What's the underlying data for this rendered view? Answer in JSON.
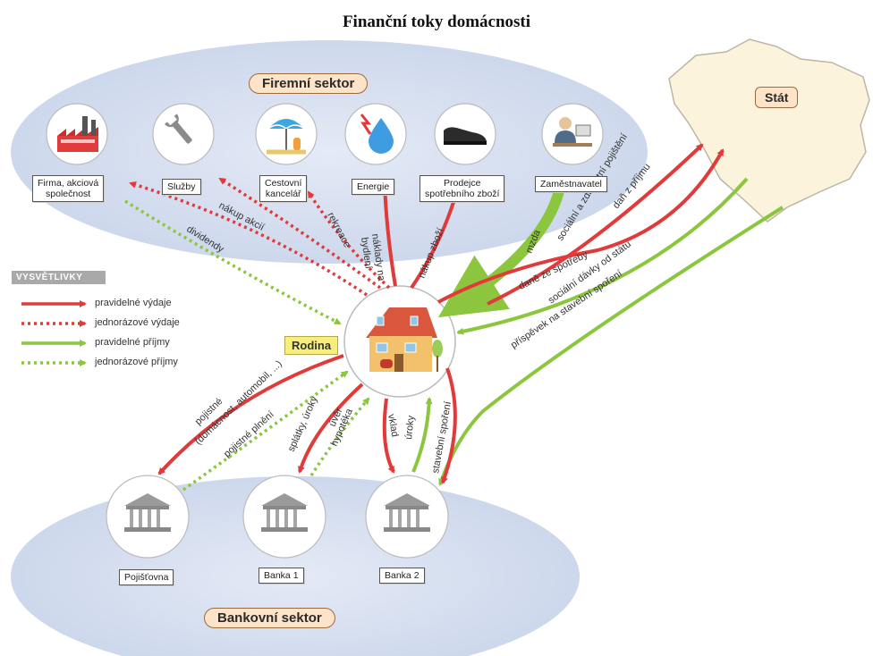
{
  "title": "Finanční toky domácnosti",
  "sectors": {
    "firemni": "Firemní sektor",
    "bankovni": "Bankovní sektor",
    "stat": "Stát"
  },
  "center": {
    "label": "Rodina"
  },
  "companies": [
    {
      "id": "firma",
      "lines": [
        "Firma, akciová",
        "společnost"
      ],
      "icon": "factory-icon"
    },
    {
      "id": "sluzby",
      "lines": [
        "Služby"
      ],
      "icon": "wrench-icon"
    },
    {
      "id": "cestovni",
      "lines": [
        "Cestovní",
        "kancelář"
      ],
      "icon": "beach-umbrella-icon"
    },
    {
      "id": "energie",
      "lines": [
        "Energie"
      ],
      "icon": "water-drop-lightning-icon"
    },
    {
      "id": "prodejce",
      "lines": [
        "Prodejce",
        "spotřebního zboží"
      ],
      "icon": "shoe-icon"
    },
    {
      "id": "zamestnavatel",
      "lines": [
        "Zaměstnavatel"
      ],
      "icon": "office-worker-icon"
    }
  ],
  "banks": [
    {
      "id": "pojistovna",
      "label": "Pojišťovna",
      "icon": "bank-building-icon"
    },
    {
      "id": "banka1",
      "label": "Banka 1",
      "icon": "bank-building-icon"
    },
    {
      "id": "banka2",
      "label": "Banka 2",
      "icon": "bank-building-icon"
    }
  ],
  "legend": {
    "heading": "VYSVĚTLIVKY",
    "items": [
      {
        "label": "pravidelné výdaje",
        "color": "#e03a3a",
        "dashed": false
      },
      {
        "label": "jednorázové výdaje",
        "color": "#e03a3a",
        "dashed": true
      },
      {
        "label": "pravidelné příjmy",
        "color": "#8cc63f",
        "dashed": false
      },
      {
        "label": "jednorázové příjmy",
        "color": "#8cc63f",
        "dashed": true
      }
    ]
  },
  "flows": {
    "nakup_akcii": "nákup akcií",
    "dividendy": "dividendy",
    "rekreace": "rekreace",
    "naklady_1": "náklady na",
    "naklady_2": "bydlení",
    "nakup_zbozi": "nákup zboží",
    "mzda": "mzda",
    "soc_zdrav_1": "sociální a zdravotní pojištění",
    "soc_zdrav_2": "daň z příjmu",
    "dane_spotreby": "daně ze spotřeby",
    "socialni_davky": "sociální dávky od státu",
    "prispevek": "příspěvek na stavební spoření",
    "pojistne_1": "pojistné",
    "pojistne_2": "(domácnost, automobil, ...)",
    "pojistne_plneni": "pojistné plnění",
    "splatky": "splátky, úroky",
    "uver_1": "úvěr",
    "uver_2": "hypotéka",
    "vklad": "vklad",
    "uroky": "úroky",
    "stavebni_sporeni": "stavební spoření"
  },
  "colors": {
    "expense": "#e03a3a",
    "income": "#8cc63f",
    "sector_fill": "#d6dff0",
    "state_fill": "#fbf3dc"
  }
}
